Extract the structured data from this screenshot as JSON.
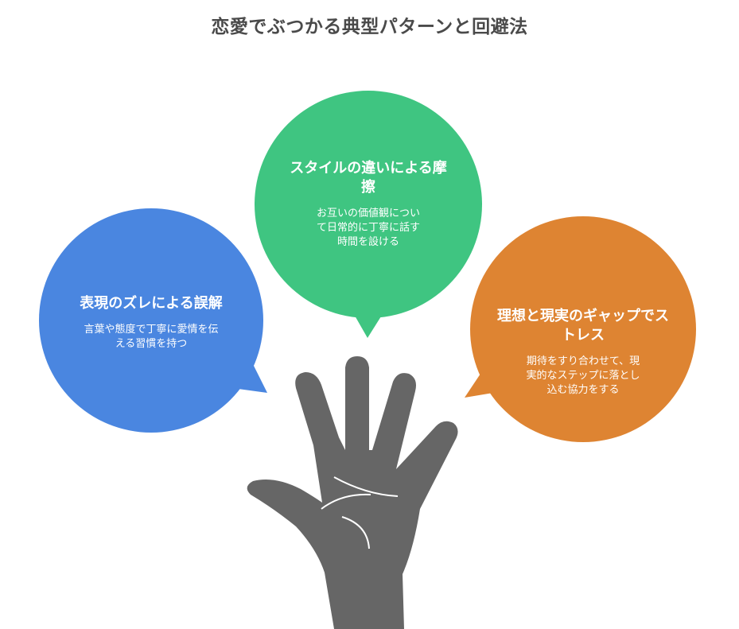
{
  "title": "恋愛でぶつかる典型パターンと回避法",
  "colors": {
    "left_bubble": "#4a86e0",
    "middle_bubble": "#3fc581",
    "right_bubble": "#de8432",
    "hand": "#666666",
    "title_text": "#4a4a4a"
  },
  "bubbles": {
    "left": {
      "heading": "表現のズレによる誤解",
      "body": "言葉や態度で丁寧に愛情を伝える習慣を持つ"
    },
    "middle": {
      "heading": "スタイルの違いによる摩擦",
      "body": "お互いの価値観について日常的に丁寧に話す時間を設ける"
    },
    "right": {
      "heading": "理想と現実のギャップでストレス",
      "body": "期待をすり合わせて、現実的なステップに落とし込む協力をする"
    }
  }
}
